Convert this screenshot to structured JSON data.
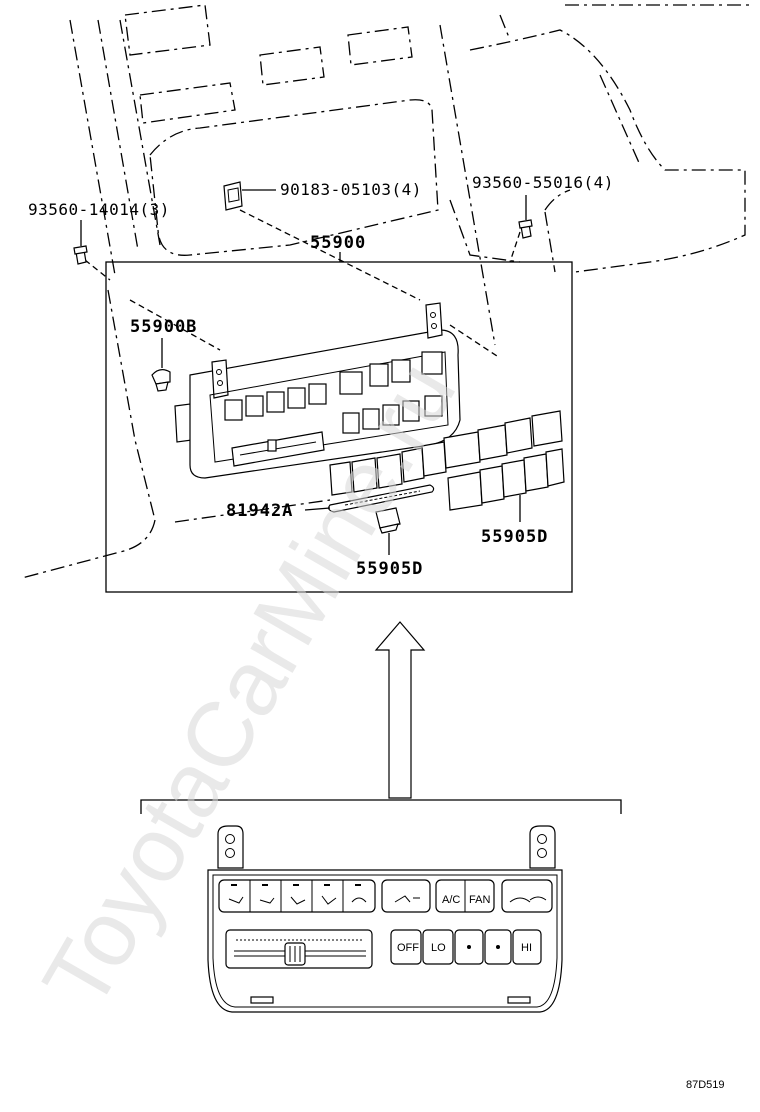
{
  "diagram": {
    "watermark": "ToyotaCarMine.ru",
    "figure_code": "87D519",
    "labels": {
      "screw_left": "93560-14014(3)",
      "clip": "90183-05103(4)",
      "screw_right": "93560-55016(4)",
      "assembly": "55900",
      "bracket": "55900B",
      "knob_plate": "81942A",
      "knob": "55905D",
      "buttons": "55905D"
    }
  }
}
